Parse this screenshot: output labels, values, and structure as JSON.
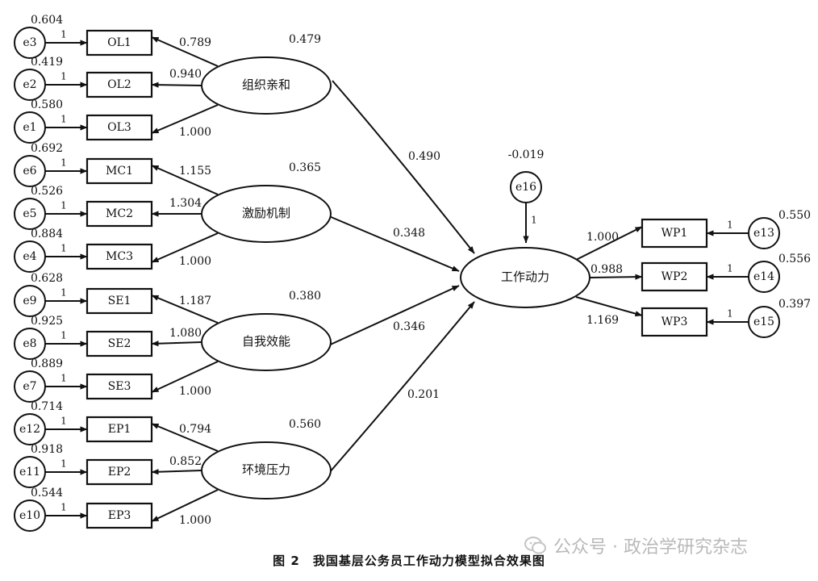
{
  "diagram": {
    "latents": [
      {
        "id": "L1",
        "label": "组织亲和",
        "variance": "0.479",
        "indicators": [
          {
            "label": "OL1",
            "error": "e3",
            "error_var": "0.604",
            "loading": "0.789"
          },
          {
            "label": "OL2",
            "error": "e2",
            "error_var": "0.419",
            "loading": "0.940"
          },
          {
            "label": "OL3",
            "error": "e1",
            "error_var": "0.580",
            "loading": "1.000"
          }
        ],
        "path_to_outcome": "0.490"
      },
      {
        "id": "L2",
        "label": "激励机制",
        "variance": "0.365",
        "indicators": [
          {
            "label": "MC1",
            "error": "e6",
            "error_var": "0.692",
            "loading": "1.155"
          },
          {
            "label": "MC2",
            "error": "e5",
            "error_var": "0.526",
            "loading": "1.304"
          },
          {
            "label": "MC3",
            "error": "e4",
            "error_var": "0.884",
            "loading": "1.000"
          }
        ],
        "path_to_outcome": "0.348"
      },
      {
        "id": "L3",
        "label": "自我效能",
        "variance": "0.380",
        "indicators": [
          {
            "label": "SE1",
            "error": "e9",
            "error_var": "0.628",
            "loading": "1.187"
          },
          {
            "label": "SE2",
            "error": "e8",
            "error_var": "0.925",
            "loading": "1.080"
          },
          {
            "label": "SE3",
            "error": "e7",
            "error_var": "0.889",
            "loading": "1.000"
          }
        ],
        "path_to_outcome": "0.346"
      },
      {
        "id": "L4",
        "label": "环境压力",
        "variance": "0.560",
        "indicators": [
          {
            "label": "EP1",
            "error": "e12",
            "error_var": "0.714",
            "loading": "0.794"
          },
          {
            "label": "EP2",
            "error": "e11",
            "error_var": "0.918",
            "loading": "0.852"
          },
          {
            "label": "EP3",
            "error": "e10",
            "error_var": "0.544",
            "loading": "1.000"
          }
        ],
        "path_to_outcome": "0.201"
      }
    ],
    "outcome": {
      "label": "工作动力",
      "disturbance": "e16",
      "disturbance_var": "-0.019",
      "disturbance_path": "1",
      "indicators": [
        {
          "label": "WP1",
          "error": "e13",
          "error_var": "0.550",
          "loading": "1.000"
        },
        {
          "label": "WP2",
          "error": "e14",
          "error_var": "0.556",
          "loading": "0.988"
        },
        {
          "label": "WP3",
          "error": "e15",
          "error_var": "0.397",
          "loading": "1.169"
        }
      ]
    },
    "fixed_path": "1"
  },
  "caption": "图 2　我国基层公务员工作动力模型拟合效果图",
  "watermark": "公众号 · 政治学研究杂志",
  "watermark_icon": "wechat-icon"
}
